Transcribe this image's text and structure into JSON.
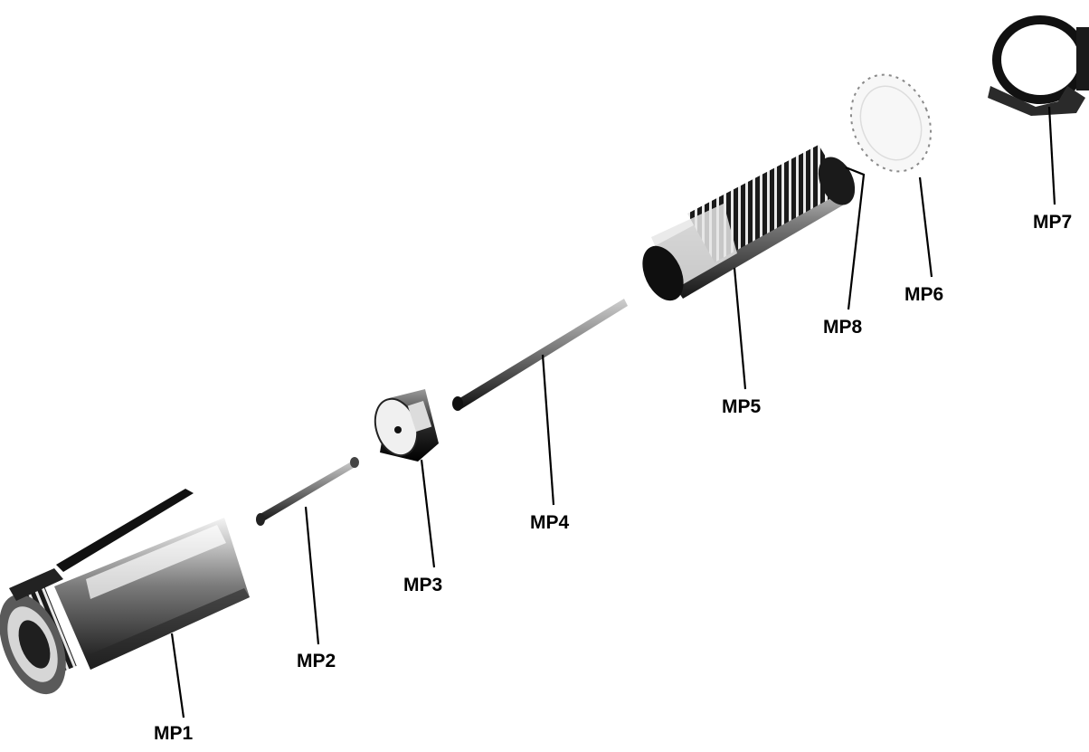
{
  "parts": [
    {
      "id": "MP1",
      "label": "MP1"
    },
    {
      "id": "MP2",
      "label": "MP2"
    },
    {
      "id": "MP3",
      "label": "MP3"
    },
    {
      "id": "MP4",
      "label": "MP4"
    },
    {
      "id": "MP5",
      "label": "MP5"
    },
    {
      "id": "MP6",
      "label": "MP6"
    },
    {
      "id": "MP7",
      "label": "MP7"
    },
    {
      "id": "MP8",
      "label": "MP8"
    }
  ]
}
